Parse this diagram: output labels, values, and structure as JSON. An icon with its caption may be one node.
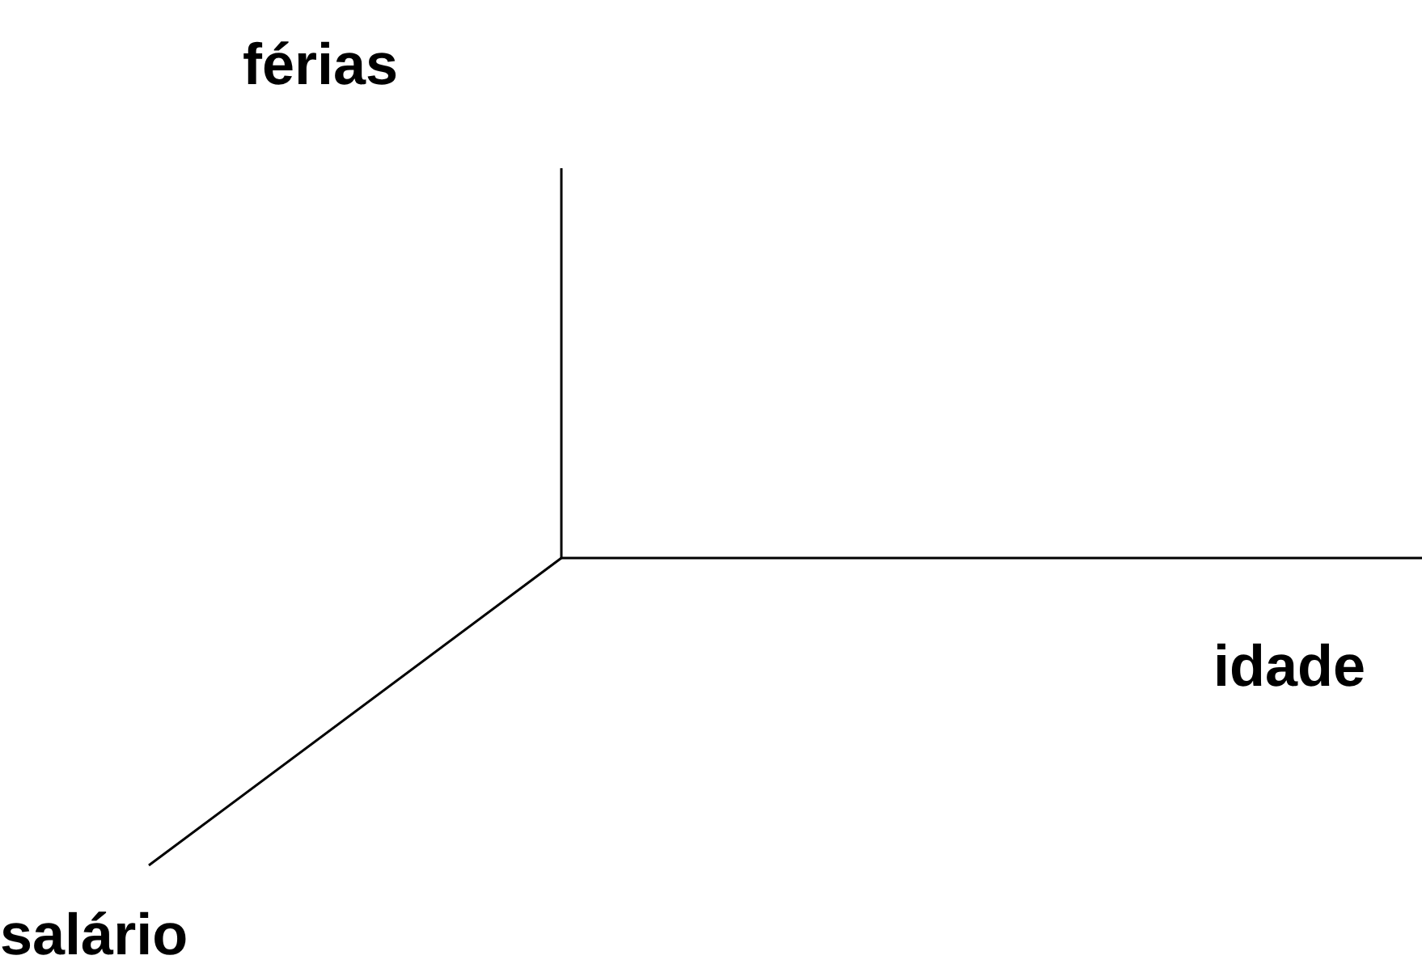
{
  "diagram": {
    "labels": [
      "férias",
      "idade",
      "salário"
    ]
  }
}
